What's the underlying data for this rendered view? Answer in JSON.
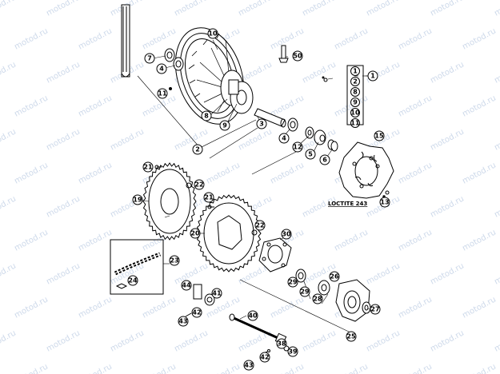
{
  "watermark": "motod.ru",
  "loctite_label": "LOCTITE 243",
  "legend_numbers": [
    "1",
    "2",
    "8",
    "9",
    "10",
    "11"
  ],
  "callouts": {
    "c1": "1",
    "c2": "2",
    "c3": "3",
    "c4a": "4",
    "c4b": "4",
    "c5": "5",
    "c6": "6",
    "c7": "7",
    "c8": "8",
    "c9": "9",
    "c10": "10",
    "c11": "11",
    "c12": "12",
    "c13": "13",
    "c15": "15",
    "c19": "19",
    "c20": "20",
    "c21a": "21",
    "c21b": "21",
    "c22a": "22",
    "c22b": "22",
    "c23": "23",
    "c24": "24",
    "c25": "25",
    "c26": "26",
    "c27": "27",
    "c28": "28",
    "c29a": "29",
    "c29b": "29",
    "c30": "30",
    "c38": "38",
    "c39": "39",
    "c40": "40",
    "c41": "41",
    "c42a": "42",
    "c42b": "42",
    "c43a": "43",
    "c43b": "43",
    "c44": "44",
    "c50": "50"
  },
  "colors": {
    "ink": "#000000",
    "watermark": "#cdd9ea",
    "paper": "#ffffff"
  }
}
